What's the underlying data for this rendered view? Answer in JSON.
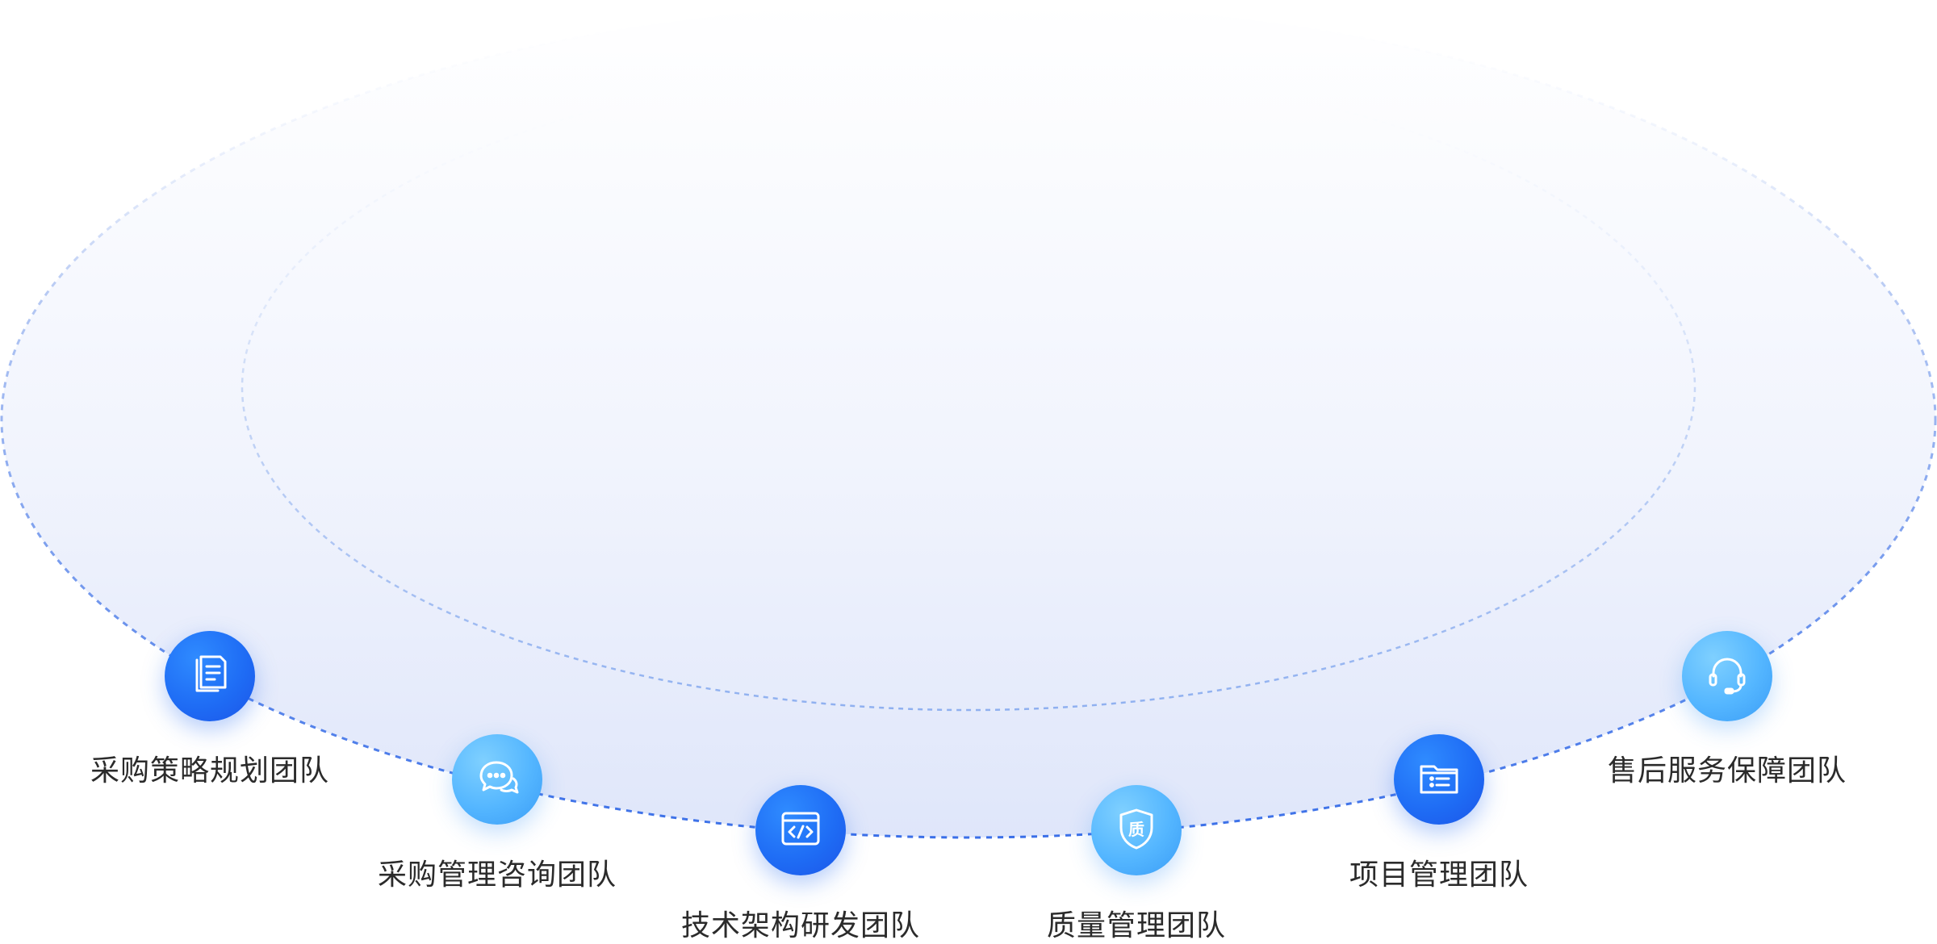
{
  "colors": {
    "accent": "#1f6df5",
    "accent_light": "#54b6ff",
    "outer_ring": "#6f9bf0",
    "inner_ring": "#b8cff5",
    "label_text": "#2b2b2b"
  },
  "teams": [
    {
      "name": "采购策略规划团队",
      "icon": "document-icon",
      "variant": "dark"
    },
    {
      "name": "采购管理咨询团队",
      "icon": "chat-icon",
      "variant": "light"
    },
    {
      "name": "技术架构研发团队",
      "icon": "code-window-icon",
      "variant": "dark"
    },
    {
      "name": "质量管理团队",
      "icon": "quality-shield-icon",
      "variant": "light",
      "glyph": "质"
    },
    {
      "name": "项目管理团队",
      "icon": "folder-list-icon",
      "variant": "dark"
    },
    {
      "name": "售后服务保障团队",
      "icon": "headset-icon",
      "variant": "light"
    }
  ]
}
